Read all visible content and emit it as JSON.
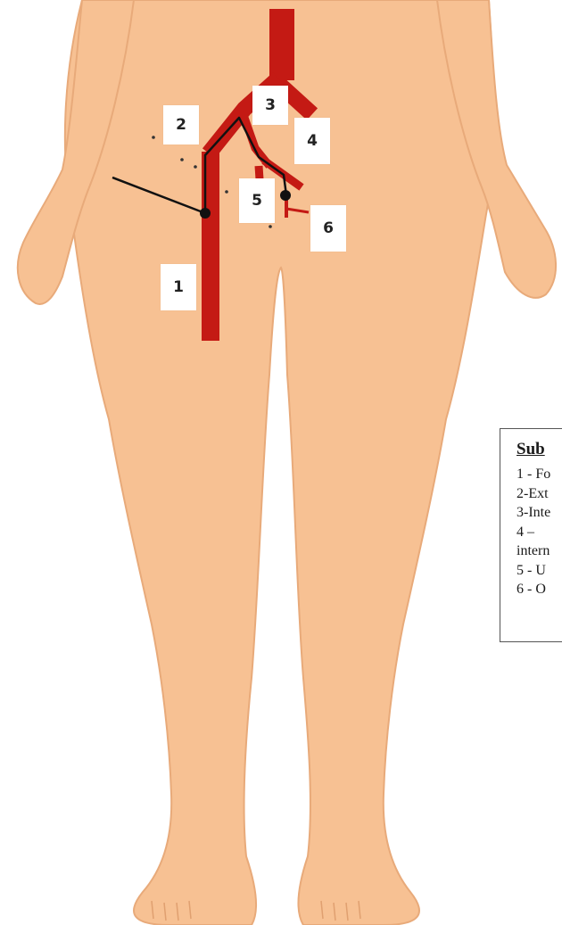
{
  "labels": [
    "1",
    "2",
    "3",
    "4",
    "5",
    "6"
  ],
  "legend": {
    "title": "Sub",
    "items": [
      "1 - Fo",
      "2-Ext",
      "3-Inte",
      "4   –",
      "intern",
      "5 - U",
      "6 - O"
    ]
  },
  "colors": {
    "skin": "#f7c193",
    "skin_outline": "#e8aa7a",
    "artery": "#c41a14",
    "line": "#111111"
  }
}
